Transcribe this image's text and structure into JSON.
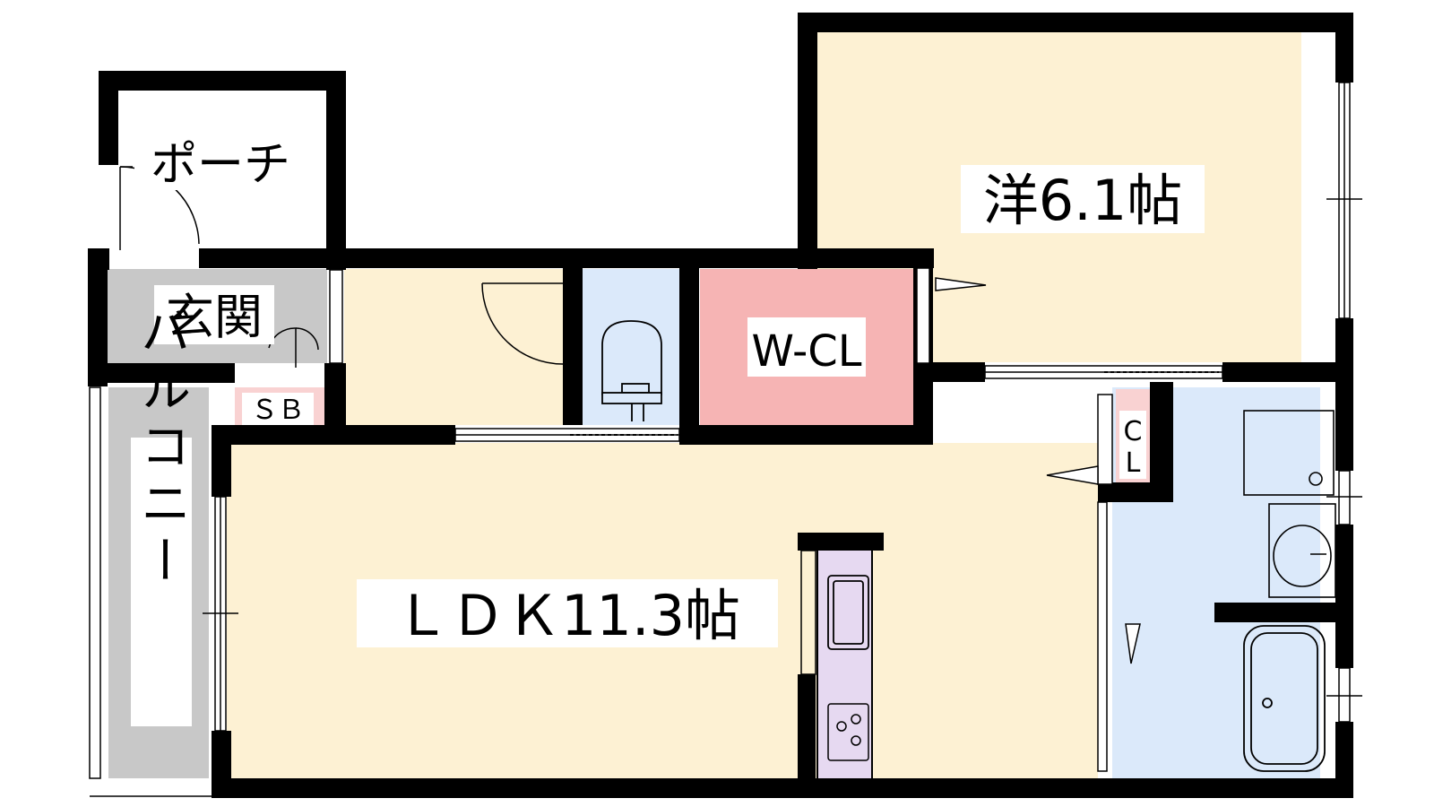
{
  "rooms": {
    "porch": "ポーチ",
    "entrance": "玄関",
    "shoe_box": "ＳＢ",
    "balcony": "バルコニー",
    "western_room": "洋6.1帖",
    "walk_in_closet": "W-CL",
    "closet_c": "C",
    "closet_l": "L",
    "ldk": "ＬＤＫ11.3帖"
  },
  "colors": {
    "wall": "#000000",
    "living_floor": "#fdf1d3",
    "entrance_floor": "#c8c8c8",
    "wet_area": "#dbe9fa",
    "closet": "#f6b4b4",
    "kitchen": "#e6d9f1",
    "shoe_box": "#f9d2d2",
    "lavatory": "#dbe9fa"
  }
}
